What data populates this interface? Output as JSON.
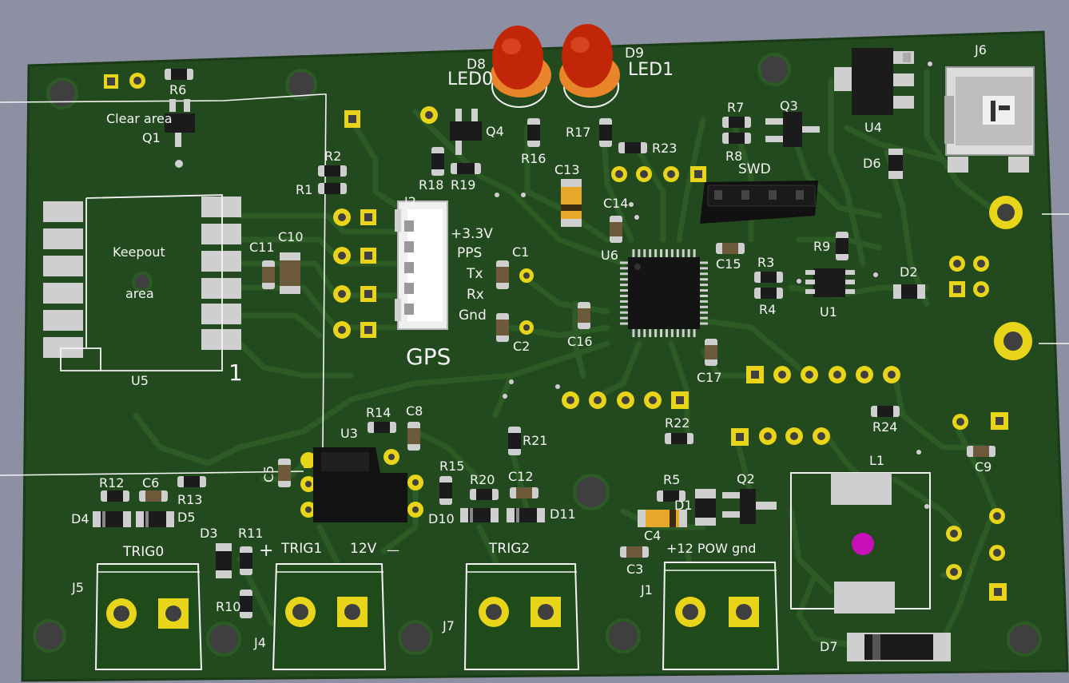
{
  "board": {
    "colors": {
      "soldermask": "#234a1e",
      "soldermask_edge": "#1a3b16",
      "trace": "#2c5b25",
      "copper": "#d9c21a",
      "drill": "#3f3f3f",
      "pad_smd": "#cfcfcf",
      "silkscreen": "#f4f4f4",
      "led_red": "#c22608",
      "fiducial": "#c80fb8",
      "background": "#8d8fa3"
    }
  },
  "silkscreen": {
    "led0_ref": "D8",
    "led0_name": "LED0",
    "led1_ref": "D9",
    "led1_name": "LED1",
    "r6": "R6",
    "clear_area": "Clear area",
    "q1": "Q1",
    "q4": "Q4",
    "r2": "R2",
    "r1": "R1",
    "r18": "R18",
    "r19": "R19",
    "r16": "R16",
    "r17": "R17",
    "c13": "C13",
    "r23": "R23",
    "r7": "R7",
    "r8": "R8",
    "q3": "Q3",
    "swd": "SWD",
    "u4": "U4",
    "j6": "J6",
    "d6": "D6",
    "keepout": "Keepout",
    "area": "area",
    "c11": "C11",
    "c10": "C10",
    "j2": "J2",
    "pin_33v": "+3.3V",
    "pin_pps": "PPS",
    "pin_tx": "Tx",
    "pin_rx": "Rx",
    "pin_gnd": "Gnd",
    "gps": "GPS",
    "c1": "C1",
    "c2": "C2",
    "c14": "C14",
    "u6": "U6",
    "c15": "C15",
    "r3": "R3",
    "r4": "R4",
    "r9": "R9",
    "u1": "U1",
    "d2": "D2",
    "c16": "C16",
    "c17": "C17",
    "u5": "U5",
    "pin1": "1",
    "r14": "R14",
    "c8": "C8",
    "u3": "U3",
    "c5": "C5",
    "r21": "R21",
    "r22": "R22",
    "r24": "R24",
    "c9": "C9",
    "l1": "L1",
    "r15": "R15",
    "r20": "R20",
    "c12": "C12",
    "r12": "R12",
    "c6": "C6",
    "r13": "R13",
    "d4": "D4",
    "d5": "D5",
    "d10": "D10",
    "d11": "D11",
    "r5": "R5",
    "q2": "Q2",
    "d1": "D1",
    "c4": "C4",
    "d3": "D3",
    "r11": "R11",
    "trig0": "TRIG0",
    "trig1": "TRIG1",
    "v12": "12V",
    "plus": "+",
    "minus": "—",
    "trig2": "TRIG2",
    "pow": "+12 POW gnd",
    "c3": "C3",
    "j5": "J5",
    "r10": "R10",
    "j4": "J4",
    "j7": "J7",
    "j1": "J1",
    "d7": "D7"
  }
}
